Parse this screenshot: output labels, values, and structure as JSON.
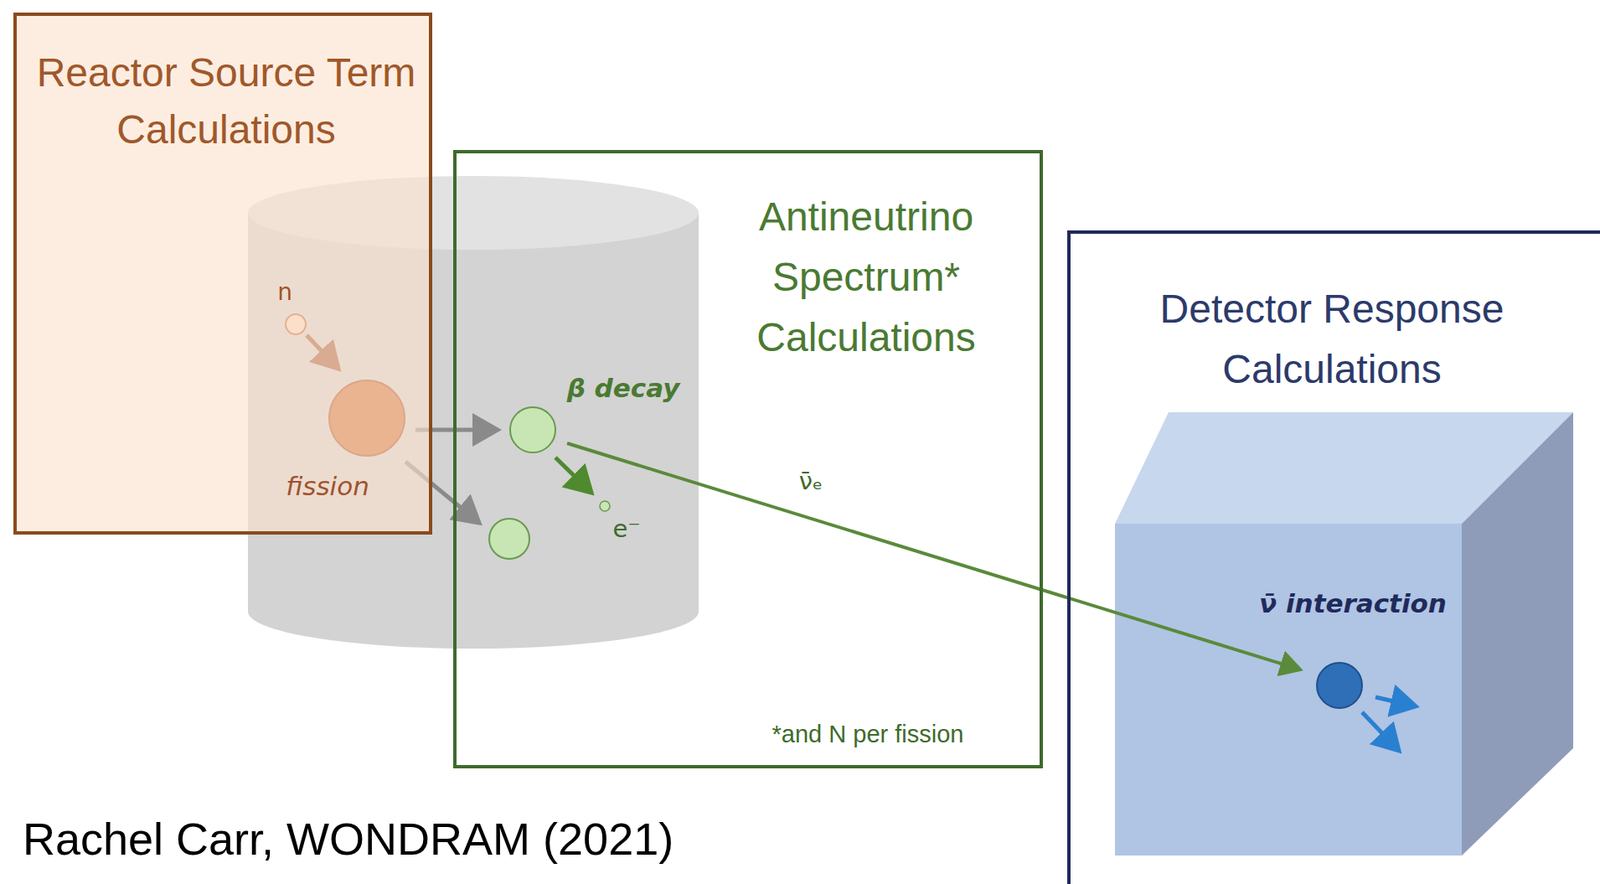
{
  "diagram": {
    "caption": "Rachel Carr, WONDRAM (2021)",
    "nodes": [
      {
        "text": [
          "Reactor Source Term Calculations"
        ]
      },
      {
        "text": [
          "Antineutrino Spectrum* Calculations",
          "*and N per fission"
        ]
      },
      {
        "text": [
          "Detector Response Calculations"
        ]
      }
    ],
    "labels": [
      "n",
      "fission",
      "β decay",
      "e⁻",
      "ν̄ₑ",
      "ν̄ interaction"
    ]
  }
}
